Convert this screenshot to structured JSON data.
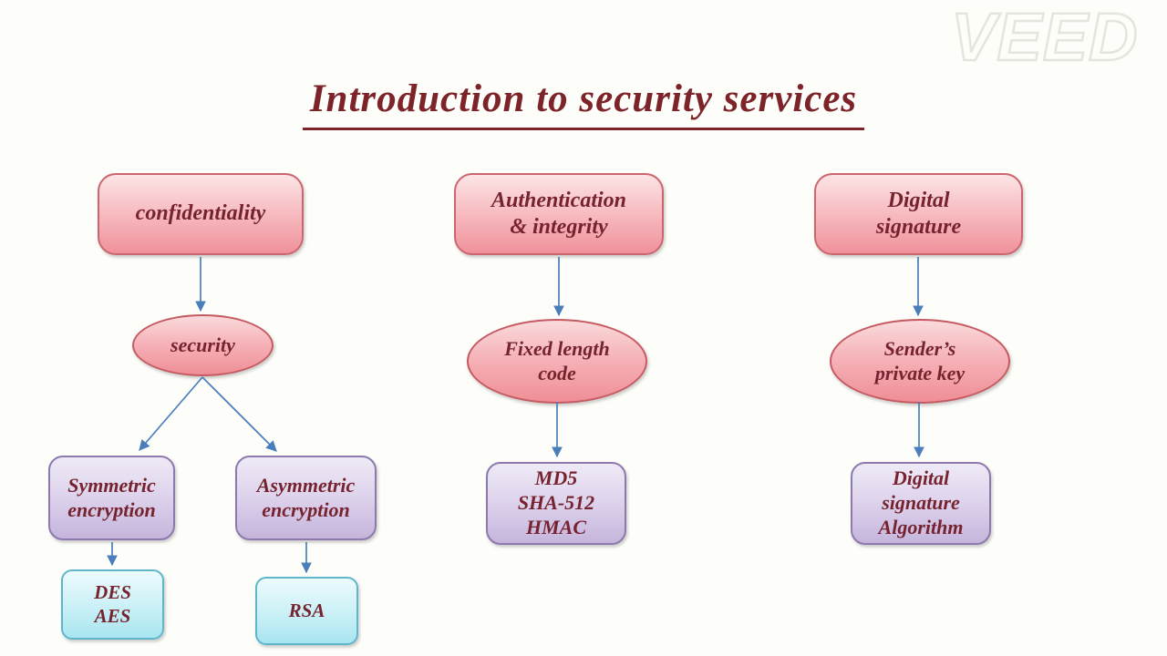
{
  "watermark": {
    "label": "VEED"
  },
  "title": "Introduction to security services",
  "colors": {
    "background": "#fdfdf9",
    "title_text": "#7d242a",
    "node_text": "#76232f",
    "pink_fill_top": "#fce4e5",
    "pink_fill_bottom": "#f0919b",
    "pink_border": "#cb666f",
    "purple_fill_top": "#efeaf6",
    "purple_fill_bottom": "#c5b5dc",
    "purple_border": "#8d79ae",
    "cyan_fill_top": "#edfbfd",
    "cyan_fill_bottom": "#a9e5f0",
    "cyan_border": "#5fb6cb",
    "arrow": "#4a7ebb"
  },
  "diagram": {
    "confidentiality": {
      "root": "confidentiality",
      "process": "security",
      "children": {
        "symmetric": "Symmetric\nencryption",
        "asymmetric": "Asymmetric\nencryption"
      },
      "algorithms": {
        "symmetric": "DES\nAES",
        "asymmetric": "RSA"
      }
    },
    "authentication": {
      "root": "Authentication\n& integrity",
      "process": "Fixed length\ncode",
      "algorithms": "MD5\nSHA-512\nHMAC"
    },
    "digital_signature": {
      "root": "Digital\nsignature",
      "process": "Sender’s\nprivate key",
      "algorithms": "Digital\nsignature\nAlgorithm"
    }
  }
}
